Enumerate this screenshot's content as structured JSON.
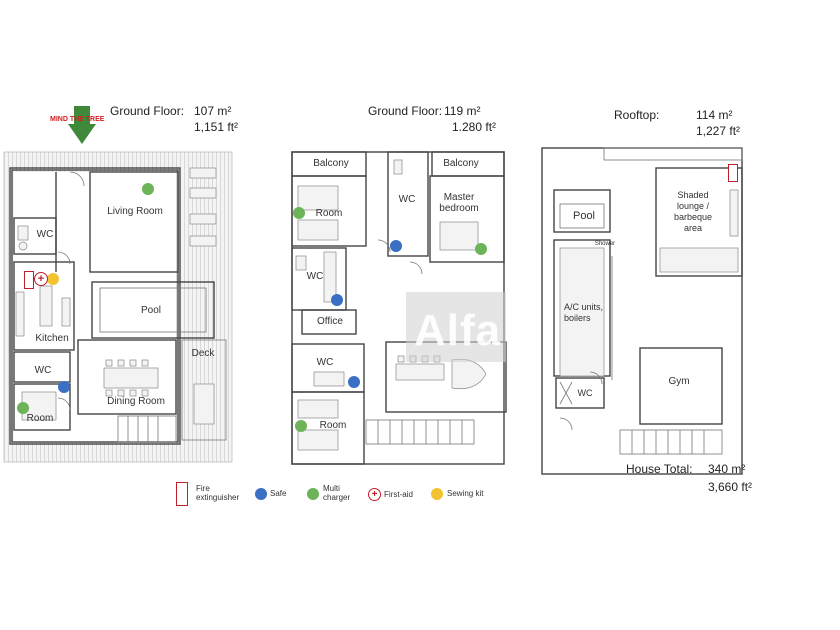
{
  "colors": {
    "safe": "#3a6fc4",
    "charger": "#6db35a",
    "sewing": "#f2c230",
    "first_aid": "#c0202c",
    "arrow": "#3f8a3a",
    "mind_tree": "#d02020"
  },
  "icons": [
    "arrow-down-icon",
    "fire-extinguisher-icon",
    "first-aid-icon"
  ],
  "plan1": {
    "title": "Ground Floor:",
    "area_m2": "107 m²",
    "area_ft2": "1,151 ft²",
    "mind_tree": "MIND THE TREE",
    "rooms": {
      "living_room": "Living Room",
      "wc": "WC",
      "kitchen": "Kitchen",
      "pool": "Pool",
      "deck": "Deck",
      "wc2": "WC",
      "dining_room": "Dining Room",
      "room": "Room"
    }
  },
  "plan2": {
    "title": "Ground Floor:",
    "area_m2": "119 m²",
    "area_ft2": "1.280 ft²",
    "rooms": {
      "balcony_left": "Balcony",
      "balcony_right": "Balcony",
      "room_top": "Room",
      "wc_top": "WC",
      "master_bedroom": "Master\nbedroom",
      "wc_mid": "WC",
      "office": "Office",
      "wc_low": "WC",
      "room_low": "Room"
    }
  },
  "plan3": {
    "title": "Rooftop:",
    "area_m2": "114 m²",
    "area_ft2": "1,227 ft²",
    "rooms": {
      "pool": "Pool",
      "shower": "Shower",
      "shaded": "Shaded\nlounge /\nbarbeque\narea",
      "ac": "A/C units,\nboilers",
      "wc": "WC",
      "gym": "Gym"
    },
    "house_total_label": "House Total:",
    "house_total_m2": "340 m²",
    "house_total_ft2": "3,660 ft²"
  },
  "legend": {
    "fire": "Fire\nextinguisher",
    "safe": "Safe",
    "charger": "Multi\ncharger",
    "first_aid": "First-aid",
    "sewing": "Sewing kit"
  },
  "watermark": "Alfa"
}
